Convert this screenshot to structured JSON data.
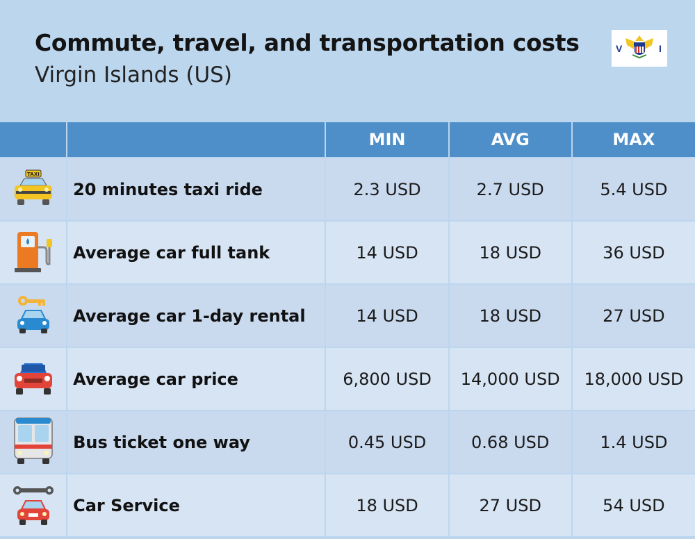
{
  "header": {
    "title": "Commute, travel, and transportation costs",
    "subtitle": "Virgin Islands (US)"
  },
  "flag": {
    "icon": "us-virgin-islands-flag-icon",
    "letters": "V I"
  },
  "table": {
    "columns": [
      "",
      "",
      "MIN",
      "AVG",
      "MAX"
    ],
    "rows": [
      {
        "icon": "taxi-icon",
        "label": "20 minutes taxi ride",
        "min": "2.3 USD",
        "avg": "2.7 USD",
        "max": "5.4 USD"
      },
      {
        "icon": "fuel-pump-icon",
        "label": "Average car full tank",
        "min": "14 USD",
        "avg": "18 USD",
        "max": "36 USD"
      },
      {
        "icon": "car-rental-icon",
        "label": "Average car 1-day rental",
        "min": "14 USD",
        "avg": "18 USD",
        "max": "27 USD"
      },
      {
        "icon": "car-icon",
        "label": "Average car price",
        "min": "6,800 USD",
        "avg": "14,000 USD",
        "max": "18,000 USD"
      },
      {
        "icon": "bus-icon",
        "label": "Bus ticket one way",
        "min": "0.45 USD",
        "avg": "0.68 USD",
        "max": "1.4 USD"
      },
      {
        "icon": "car-service-icon",
        "label": "Car Service",
        "min": "18 USD",
        "avg": "27 USD",
        "max": "54 USD"
      }
    ]
  },
  "colors": {
    "background": "#bcd6ee",
    "header_row": "#4e8ec9",
    "row_odd": "#c9d9ee",
    "row_even": "#d6e4f3"
  }
}
